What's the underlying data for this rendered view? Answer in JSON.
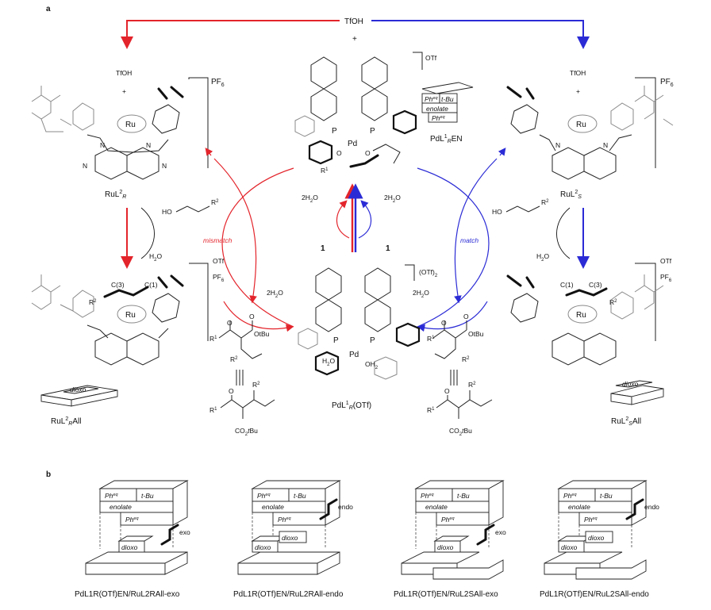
{
  "panels": {
    "a": "a",
    "b": "b"
  },
  "reagents": {
    "tfoh": "TfOH",
    "plus": "+",
    "otf": "OTf",
    "otf2": "(OTf)",
    "pf6": "PF",
    "h2o": "H",
    "two_h2o": "2H",
    "one": "1",
    "ru": "Ru",
    "pd": "Pd",
    "p": "P",
    "n": "N",
    "o": "O",
    "c1": "C(1)",
    "c3": "C(3)",
    "ho": "HO",
    "r1": "R",
    "r2": "R",
    "otbu": "OtBu",
    "co2tbu": "CO",
    "oh2": "OH",
    "h2o_lig": "H"
  },
  "labels": {
    "mismatch": "mismatch",
    "match": "match",
    "rul2r": "RuL",
    "rul2s": "RuL",
    "rul2rall": "RuL",
    "rul2sall": "RuL",
    "pdl1ren": "PdL",
    "pdl1rotf": "PdL"
  },
  "block_words": {
    "ph": "Ph",
    "eq": "eq",
    "tbu": "t-Bu",
    "enolate": "enolate",
    "dioxo": "dioxo",
    "exo": "exo",
    "endo": "endo"
  },
  "captions_b": [
    "PdL1R(OTf)EN/RuL2RAll-exo",
    "PdL1R(OTf)EN/RuL2RAll-endo",
    "PdL1R(OTf)EN/RuL2SAll-exo",
    "PdL1R(OTf)EN/RuL2SAll-endo"
  ],
  "colors": {
    "red": "#e3242b",
    "blue": "#2b2bd6",
    "grey": "#8a8a8a",
    "black": "#111111"
  }
}
